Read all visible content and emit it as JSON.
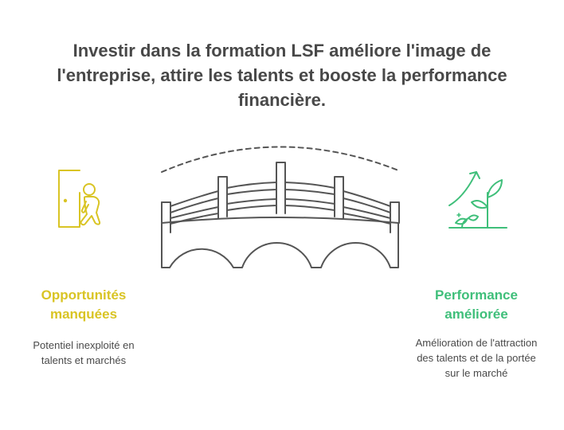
{
  "title": "Investir dans la formation LSF améliore l'image de l'entreprise, attire les talents et booste la performance financière.",
  "left": {
    "heading": "Opportunités manquées",
    "description": "Potentiel inexploité en talents et marchés",
    "color": "#d9c424",
    "icon": "person-leaving-door-icon"
  },
  "right": {
    "heading": "Performance améliorée",
    "description": "Amélioration de l'attraction des talents et de la portée sur le marché",
    "color": "#3fbf7a",
    "icon": "growing-plant-icon"
  },
  "center": {
    "icon": "bridge-icon",
    "color": "#555555"
  }
}
